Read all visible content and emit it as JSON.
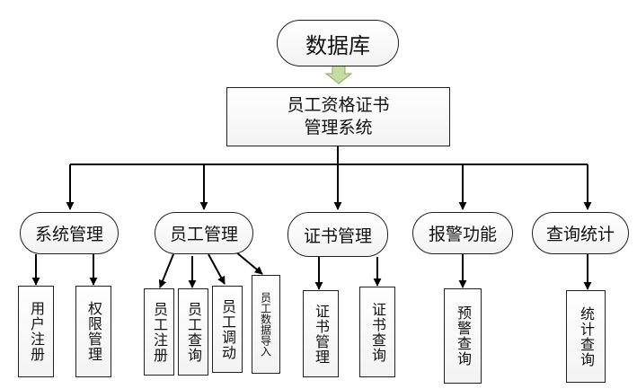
{
  "database": "数据库",
  "system": {
    "line1": "员工资格证书",
    "line2": "管理系统"
  },
  "modules": [
    {
      "label": "系统管理",
      "children": [
        "用户注册",
        "权限管理"
      ]
    },
    {
      "label": "员工管理",
      "children": [
        "员工注册",
        "员工查询",
        "员工调动",
        "员工数据导入"
      ]
    },
    {
      "label": "证书管理",
      "children": [
        "证书管理",
        "证书查询"
      ]
    },
    {
      "label": "报警功能",
      "children": [
        "预警查询"
      ]
    },
    {
      "label": "查询统计",
      "children": [
        "统计查询"
      ]
    }
  ],
  "colors": {
    "line": "#000000",
    "border": "#222222",
    "arrow_fill": "#c5dca4",
    "arrow_stroke": "#8aa86a"
  }
}
